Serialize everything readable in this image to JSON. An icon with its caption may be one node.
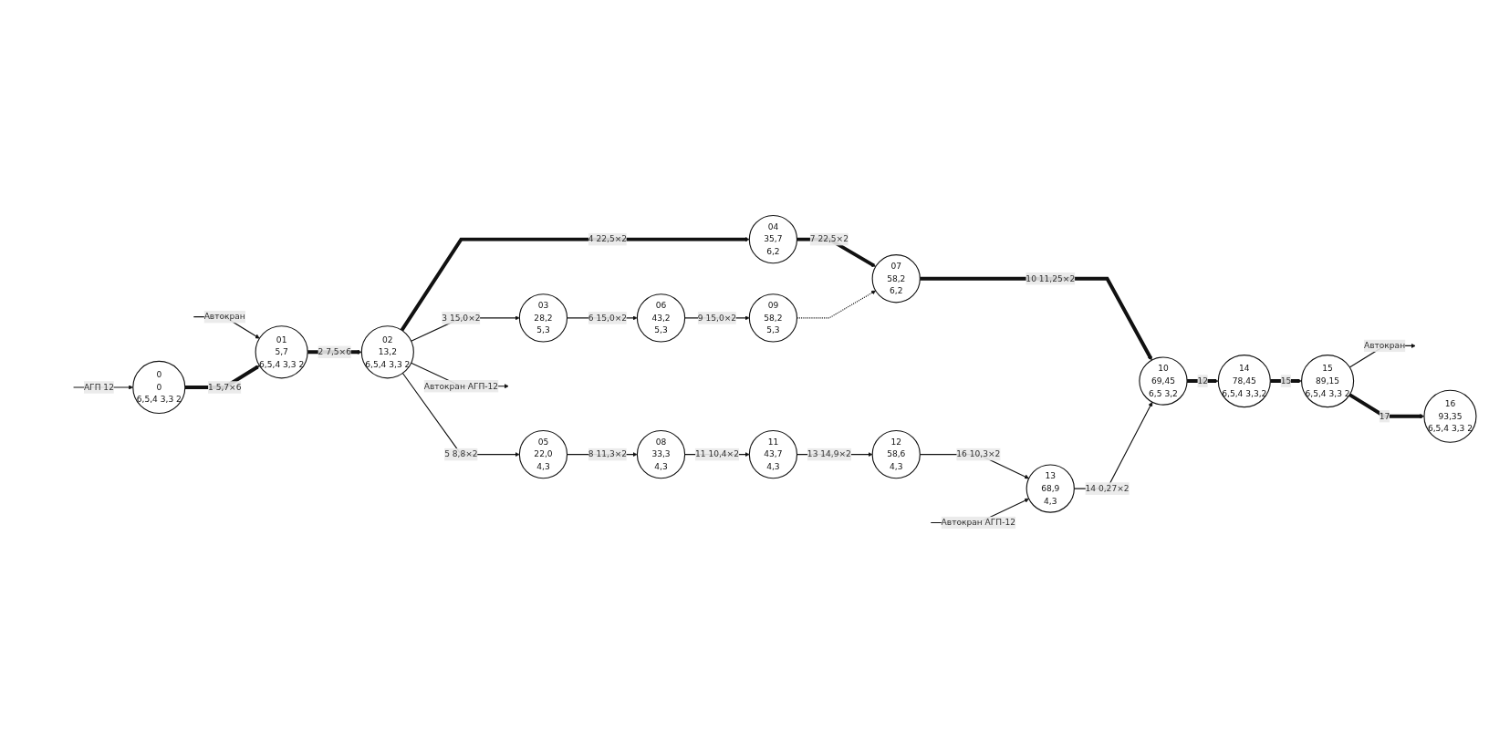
{
  "diagram": {
    "nodes": [
      {
        "text": [
          "0",
          "0",
          "6,5,4 3,3 2"
        ]
      },
      {
        "text": [
          "01",
          "5,7",
          "6,5,4 3,3 2"
        ]
      },
      {
        "text": [
          "02",
          "13,2",
          "6,5,4 3,3 2"
        ]
      },
      {
        "text": [
          "03",
          "28,2",
          "5,3"
        ]
      },
      {
        "text": [
          "06",
          "43,2",
          "5,3"
        ]
      },
      {
        "text": [
          "09",
          "58,2",
          "5,3"
        ]
      },
      {
        "text": [
          "04",
          "35,7",
          "6,2"
        ]
      },
      {
        "text": [
          "07",
          "58,2",
          "6,2"
        ]
      },
      {
        "text": [
          "10",
          "69,45",
          "6,5 3,2"
        ]
      },
      {
        "text": [
          "14",
          "78,45",
          "6,5,4 3,3,2"
        ]
      },
      {
        "text": [
          "15",
          "89,15",
          "6,5,4 3,3 2"
        ]
      },
      {
        "text": [
          "16",
          "93,35",
          "6,5,4 3,3 2"
        ]
      },
      {
        "text": [
          "05",
          "22,0",
          "4,3"
        ]
      },
      {
        "text": [
          "08",
          "33,3",
          "4,3"
        ]
      },
      {
        "text": [
          "11",
          "43,7",
          "4,3"
        ]
      },
      {
        "text": [
          "12",
          "58,6",
          "4,3"
        ]
      },
      {
        "text": [
          "13",
          "68,9",
          "4,3"
        ]
      }
    ],
    "edges": [
      {
        "from": null,
        "to": 0,
        "arrow": "to",
        "label": "АГП 12"
      },
      {
        "from": null,
        "to": 1,
        "arrow": "to",
        "label": "Автокран"
      },
      {
        "from": 0,
        "to": 1,
        "arrow": "to",
        "label": "1 5,7×6",
        "style": "thick"
      },
      {
        "from": 1,
        "to": 2,
        "arrow": "to",
        "label": "2 7,5×6",
        "style": "thick"
      },
      {
        "from": 2,
        "to": null,
        "arrow": "to",
        "label": "Автокран АГП-12"
      },
      {
        "from": 2,
        "to": 3,
        "arrow": "to",
        "label": "3 15,0×2"
      },
      {
        "from": 2,
        "to": 6,
        "arrow": "to",
        "label": "4 22,5×2",
        "style": "thick"
      },
      {
        "from": 2,
        "to": 12,
        "arrow": "to",
        "label": "5 8,8×2"
      },
      {
        "from": 3,
        "to": 4,
        "arrow": "to",
        "label": "6 15,0×2"
      },
      {
        "from": 4,
        "to": 5,
        "arrow": "to",
        "label": "9 15,0×2"
      },
      {
        "from": 6,
        "to": 7,
        "arrow": "to",
        "label": "7 22,5×2",
        "style": "thick"
      },
      {
        "from": 5,
        "to": 7,
        "arrow": "to",
        "style": "dashed"
      },
      {
        "from": 7,
        "to": 8,
        "arrow": "to",
        "label": "10 11,25×2",
        "style": "thick"
      },
      {
        "from": 8,
        "to": 9,
        "arrow": "to",
        "label": "12",
        "style": "thick"
      },
      {
        "from": 9,
        "to": 10,
        "arrow": "to",
        "label": "15",
        "style": "thick"
      },
      {
        "from": 10,
        "to": null,
        "arrow": "to",
        "label": "Автокран"
      },
      {
        "from": 10,
        "to": 11,
        "arrow": "to",
        "label": "17",
        "style": "thick"
      },
      {
        "from": 12,
        "to": 13,
        "arrow": "to",
        "label": "8 11,3×2"
      },
      {
        "from": 13,
        "to": 14,
        "arrow": "to",
        "label": "11 10,4×2"
      },
      {
        "from": 14,
        "to": 15,
        "arrow": "to",
        "label": "13 14,9×2"
      },
      {
        "from": 15,
        "to": 16,
        "arrow": "to",
        "label": "16 10,3×2"
      },
      {
        "from": 16,
        "to": 8,
        "arrow": "to",
        "label": "14 0,27×2"
      },
      {
        "from": null,
        "to": 16,
        "arrow": "to",
        "label": "Автокран АГП-12"
      }
    ]
  }
}
